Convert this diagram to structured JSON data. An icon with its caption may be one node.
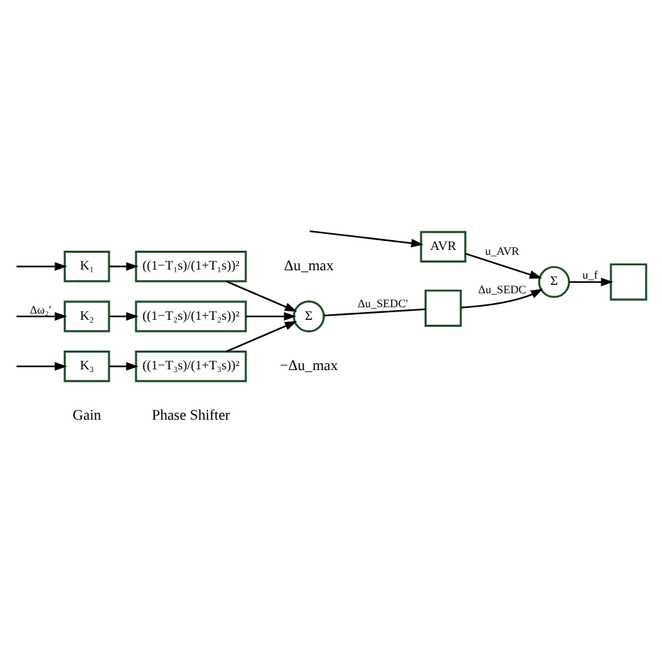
{
  "diagram": {
    "nodes": [
      {
        "text": [
          "K₁"
        ]
      },
      {
        "text": [
          "((1−T₁s)/(1+T₁s))²"
        ]
      },
      {
        "text": [
          "K₂"
        ]
      },
      {
        "text": [
          "((1−T₂s)/(1+T₂s))²"
        ]
      },
      {
        "text": [
          "K₃"
        ]
      },
      {
        "text": [
          "((1−T₃s)/(1+T₃s))²"
        ]
      },
      {
        "text": [
          "Σ"
        ]
      },
      {
        "text": [],
        "shape": "box"
      },
      {
        "text": [
          "AVR"
        ]
      },
      {
        "text": [
          "Σ"
        ]
      },
      {
        "text": [],
        "shape": "box"
      }
    ],
    "edges": [
      {
        "from": null,
        "to": 0,
        "arrow": "to"
      },
      {
        "from": 0,
        "to": 1,
        "arrow": "to"
      },
      {
        "from": 1,
        "to": 6,
        "arrow": "to"
      },
      {
        "from": null,
        "to": 2,
        "arrow": "to",
        "label": "Δω₂′"
      },
      {
        "from": 2,
        "to": 3,
        "arrow": "to"
      },
      {
        "from": 3,
        "to": 6,
        "arrow": "to"
      },
      {
        "from": null,
        "to": 4,
        "arrow": "to"
      },
      {
        "from": 4,
        "to": 5,
        "arrow": "to"
      },
      {
        "from": 5,
        "to": 6,
        "arrow": "to"
      },
      {
        "from": 6,
        "to": 7,
        "arrow": "none",
        "label": "Δu_SEDC′"
      },
      {
        "from": 7,
        "to": 9,
        "arrow": "to",
        "label": "Δu_SEDC"
      },
      {
        "from": null,
        "to": 8,
        "arrow": "to"
      },
      {
        "from": 8,
        "to": 9,
        "arrow": "to",
        "label": "u_AVR"
      },
      {
        "from": 9,
        "to": 10,
        "arrow": "to",
        "label": "u_f"
      }
    ],
    "labels": [
      "Gain",
      "Phase Shifter",
      "Δu_max",
      "−Δu_max"
    ]
  }
}
